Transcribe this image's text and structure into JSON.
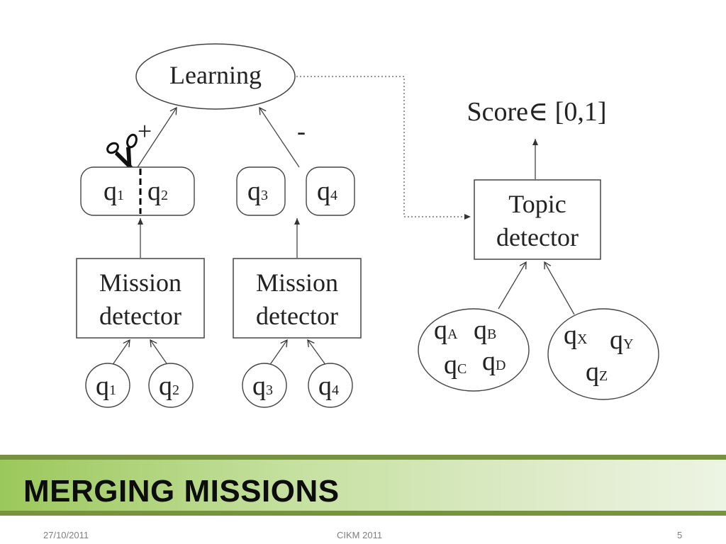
{
  "slide": {
    "title": "MERGING MISSIONS",
    "date": "27/10/2011",
    "venue": "CIKM 2011",
    "page_number": "5"
  },
  "diagram": {
    "learning_label": "Learning",
    "plus_sign": "+",
    "minus_sign": "-",
    "score_label": "Score∈ [0,1]",
    "topic_detector_lines": [
      "Topic",
      "detector"
    ],
    "mission_detector_lines": [
      "Mission",
      "detector"
    ],
    "pairs": {
      "positive": [
        {
          "base": "q",
          "sub": "1"
        },
        {
          "base": "q",
          "sub": "2"
        }
      ],
      "negative_left": {
        "base": "q",
        "sub": "3"
      },
      "negative_right": {
        "base": "q",
        "sub": "4"
      }
    },
    "inputs": [
      {
        "base": "q",
        "sub": "1"
      },
      {
        "base": "q",
        "sub": "2"
      },
      {
        "base": "q",
        "sub": "3"
      },
      {
        "base": "q",
        "sub": "4"
      }
    ],
    "topic_cluster_1": [
      {
        "base": "q",
        "sub": "A"
      },
      {
        "base": "q",
        "sub": "B"
      },
      {
        "base": "q",
        "sub": "C"
      },
      {
        "base": "q",
        "sub": "D"
      }
    ],
    "topic_cluster_2": [
      {
        "base": "q",
        "sub": "X"
      },
      {
        "base": "q",
        "sub": "Y"
      },
      {
        "base": "q",
        "sub": "Z"
      }
    ],
    "scissors_icon": "scissors-icon"
  }
}
